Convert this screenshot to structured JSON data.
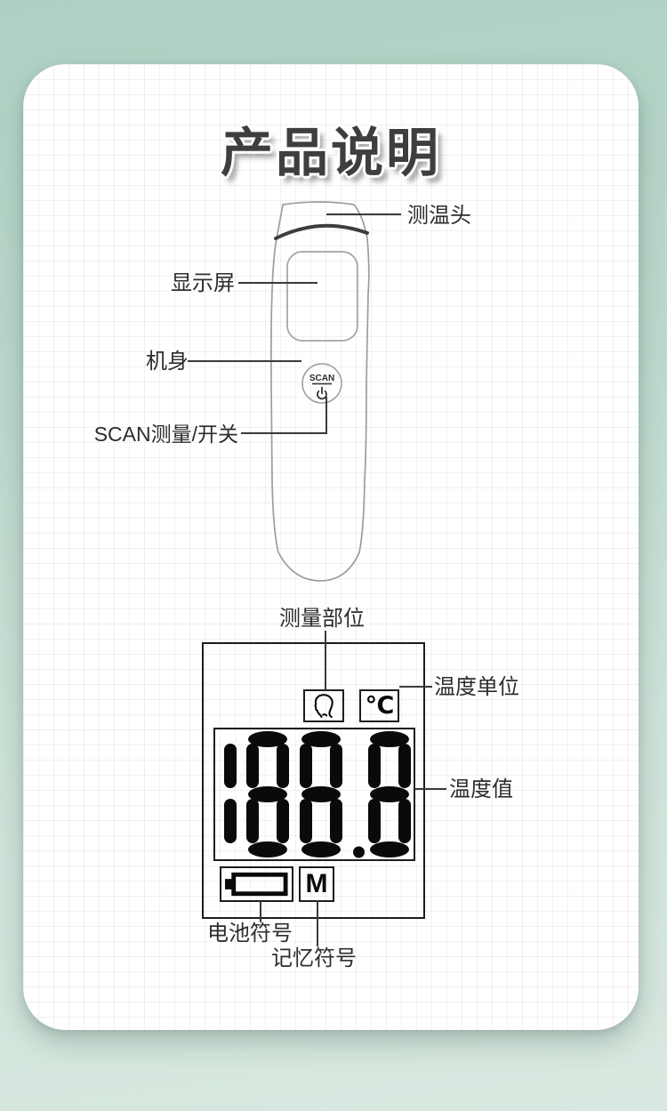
{
  "page": {
    "title": "产品说明"
  },
  "device_diagram": {
    "button_text": "SCAN",
    "button_icon": "power-icon",
    "labels": {
      "probe": "测温头",
      "screen": "显示屏",
      "body": "机身",
      "scan_switch": "SCAN测量/开关"
    }
  },
  "lcd_diagram": {
    "labels": {
      "measure_site": "测量部位",
      "temp_unit": "温度单位",
      "temp_value": "温度值",
      "battery": "电池符号",
      "memory": "记忆符号"
    },
    "site_icon": "head-profile-icon",
    "unit_symbol": "℃",
    "lcd_value": "188.8",
    "battery_icon": "battery-icon",
    "memory_symbol": "M"
  },
  "colors": {
    "background_top": "#aed1c3",
    "background_bottom": "#d9e8e0",
    "card": "#ffffff",
    "grid_line": "#ededed",
    "ink": "#2d2d2d",
    "device_outline": "#9c9c9c",
    "lcd_black": "#0a0a0a"
  }
}
